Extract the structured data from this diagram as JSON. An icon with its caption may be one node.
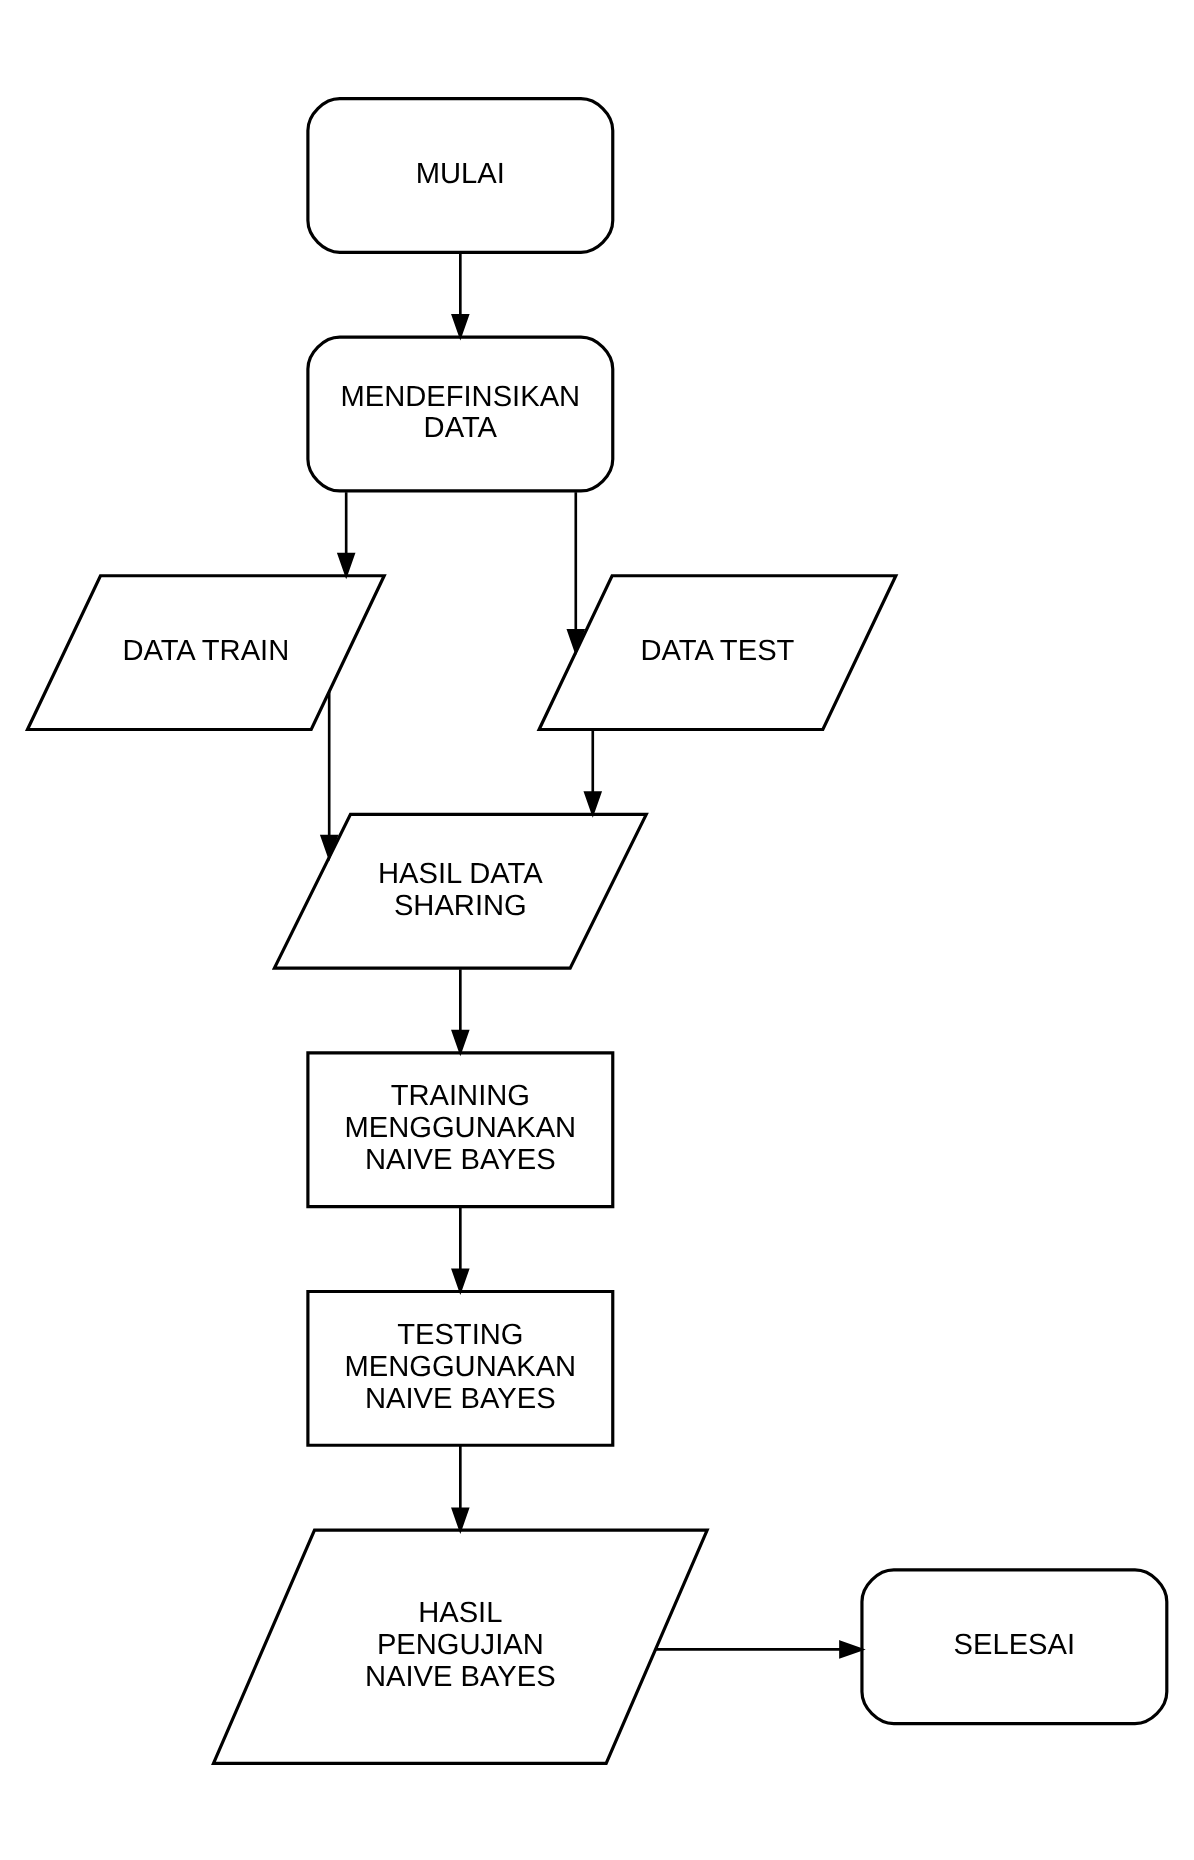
{
  "diagram": {
    "nodes": [
      {
        "text": [
          "MULAI"
        ]
      },
      {
        "text": [
          "MENDEFINSIKAN DATA"
        ]
      },
      {
        "text": [
          "DATA TRAIN"
        ]
      },
      {
        "text": [
          "DATA TEST"
        ]
      },
      {
        "text": [
          "HASIL DATA SHARING"
        ]
      },
      {
        "text": [
          "TRAINING MENGGUNAKAN NAIVE BAYES"
        ]
      },
      {
        "text": [
          "TESTING MENGGUNAKAN NAIVE BAYES"
        ]
      },
      {
        "text": [
          "HASIL PENGUJIAN NAIVE BAYES"
        ]
      },
      {
        "text": [
          "SELESAI"
        ]
      }
    ],
    "edges": [
      {
        "from": 0,
        "to": 1,
        "arrow": "to"
      },
      {
        "from": 1,
        "to": 2,
        "arrow": "to"
      },
      {
        "from": 1,
        "to": 3,
        "arrow": "to"
      },
      {
        "from": 2,
        "to": 4,
        "arrow": "to"
      },
      {
        "from": 3,
        "to": 4,
        "arrow": "to"
      },
      {
        "from": 4,
        "to": 5,
        "arrow": "to"
      },
      {
        "from": 5,
        "to": 6,
        "arrow": "to"
      },
      {
        "from": 6,
        "to": 7,
        "arrow": "to"
      },
      {
        "from": 7,
        "to": 8,
        "arrow": "to"
      }
    ]
  }
}
